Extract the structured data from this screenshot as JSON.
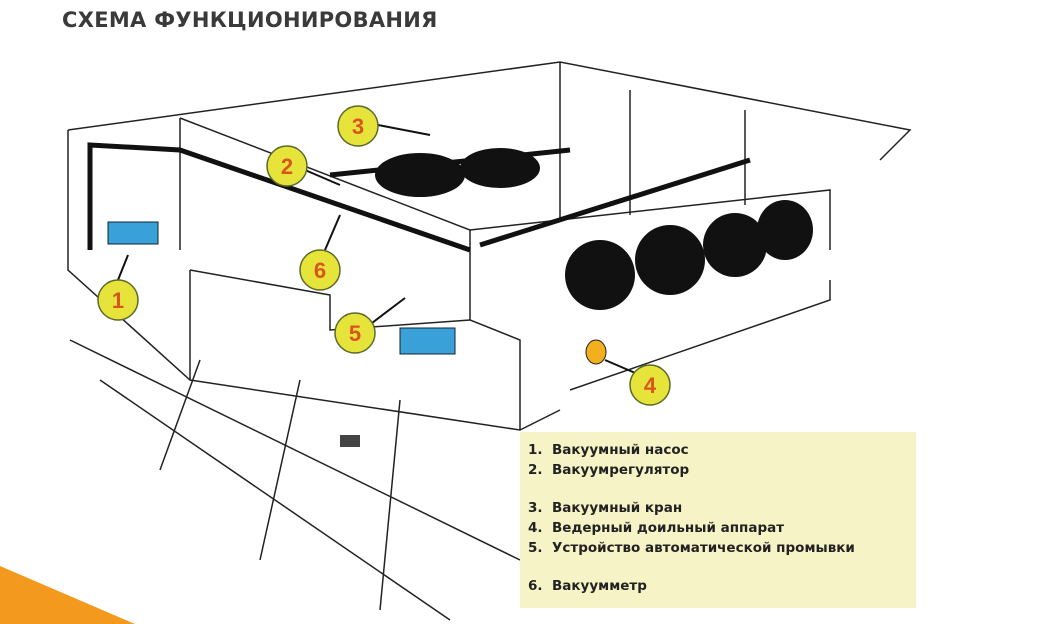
{
  "title": "СХЕМА ФУНКЦИОНИРОВАНИЯ",
  "callouts": [
    "1",
    "2",
    "3",
    "4",
    "5",
    "6"
  ],
  "legend": [
    {
      "num": "1.",
      "label": "Вакуумный насос"
    },
    {
      "num": "2.",
      "label": "Вакуумрегулятор"
    },
    {
      "num": "3.",
      "label": "Вакуумный кран"
    },
    {
      "num": "4.",
      "label": "Ведерный доильный аппарат"
    },
    {
      "num": "5.",
      "label": "Устройство автоматической промывки"
    },
    {
      "num": "6.",
      "label": "Вакуумметр"
    }
  ],
  "colors": {
    "callout_fill": "#e6e43a",
    "callout_text": "#d9541e",
    "legend_bg": "#f6f3c6",
    "accent": "#f39a1e",
    "equipment": "#3aa0d8"
  }
}
